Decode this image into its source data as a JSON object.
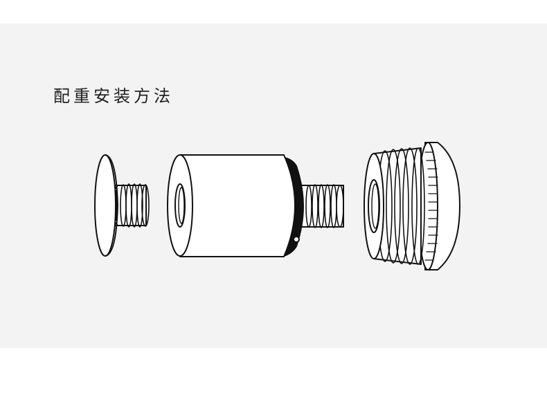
{
  "title": "配重安装方法",
  "colors": {
    "panel_background": "#f3f3f3",
    "page_background": "#ffffff",
    "stroke": "#111111",
    "fill": "#ffffff"
  },
  "parts": [
    {
      "name": "thread-washer",
      "icon": "screw-with-flat-head"
    },
    {
      "name": "weight-cylinder",
      "icon": "cylinder-with-threaded-stud"
    },
    {
      "name": "threaded-end-cap",
      "icon": "threaded-cap-with-knurled-rim"
    }
  ]
}
